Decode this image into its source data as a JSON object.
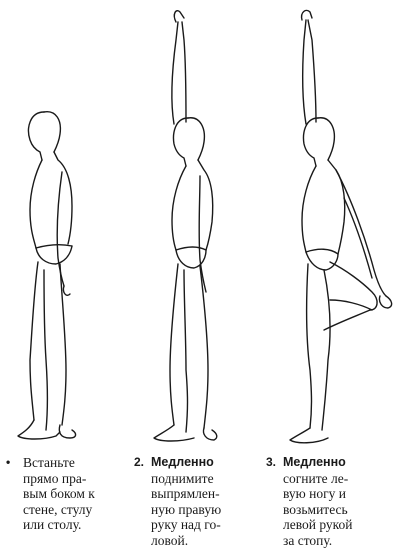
{
  "colors": {
    "ink": "#1a1a1a",
    "paper": "#ffffff"
  },
  "steps": [
    {
      "number": "•",
      "lines": [
        "Встаньте",
        "прямо пра-",
        "вым боком к",
        "стене, стулу",
        "или столу."
      ]
    },
    {
      "number": "2.",
      "lines": [
        "Медленно",
        "поднимите",
        "выпрямлен-",
        "ную правую",
        "руку над го-",
        "ловой."
      ]
    },
    {
      "number": "3.",
      "lines": [
        "Медленно",
        "согните ле-",
        "вую ногу и",
        "возьмитесь",
        "левой рукой",
        "за стопу."
      ]
    }
  ]
}
